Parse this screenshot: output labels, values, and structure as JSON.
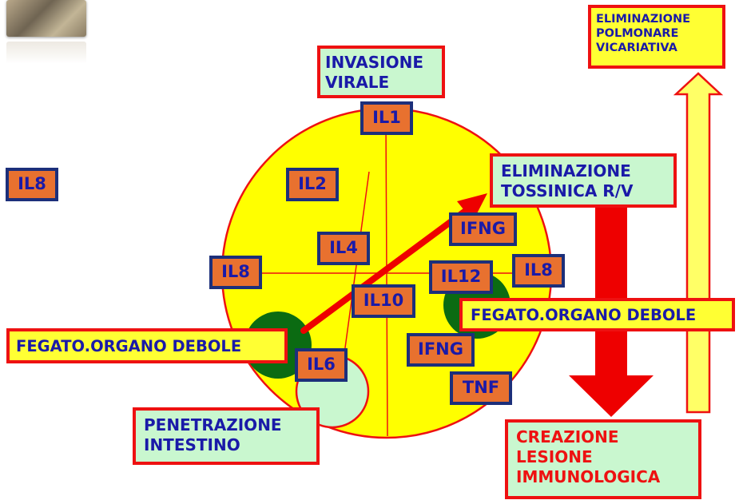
{
  "colors": {
    "circle_fill": "#ffff00",
    "circle_stroke": "#ee1111",
    "box_border_red": "#ee1111",
    "box_fill_green": "#c9f7cf",
    "box_fill_yellow": "#ffff33",
    "il_fill": "#e8712f",
    "il_border": "#1c2f7a",
    "text_blue": "#1a1aa8",
    "text_red": "#ee1111",
    "organ_dark_green": "#0b6b12",
    "arrow_red": "#ee0000",
    "arrow_yellow": "#ffff66"
  },
  "labels": {
    "invasione": "INVASIONE\nVIRALE",
    "eliminazione_polmonare": "ELIMINAZIONE\nPOLMONARE\nVICARIATIVA",
    "eliminazione_tossinica": "ELIMINAZIONE\nTOSSINICA R/V",
    "fegato_left": "FEGATO.ORGANO DEBOLE",
    "fegato_right": "FEGATO.ORGANO DEBOLE",
    "penetrazione": "PENETRAZIONE\nINTESTINO",
    "creazione": "CREAZIONE\nLESIONE\nIMMUNOLOGICA"
  },
  "cytokines": {
    "il1": "IL1",
    "il8_far_left": "IL8",
    "il2": "IL2",
    "il4": "IL4",
    "il8_left": "IL8",
    "il10": "IL10",
    "il12": "IL12",
    "il8_right": "IL8",
    "ifng_top": "IFNG",
    "ifng_bottom": "IFNG",
    "il6": "IL6",
    "tnf": "TNF"
  }
}
